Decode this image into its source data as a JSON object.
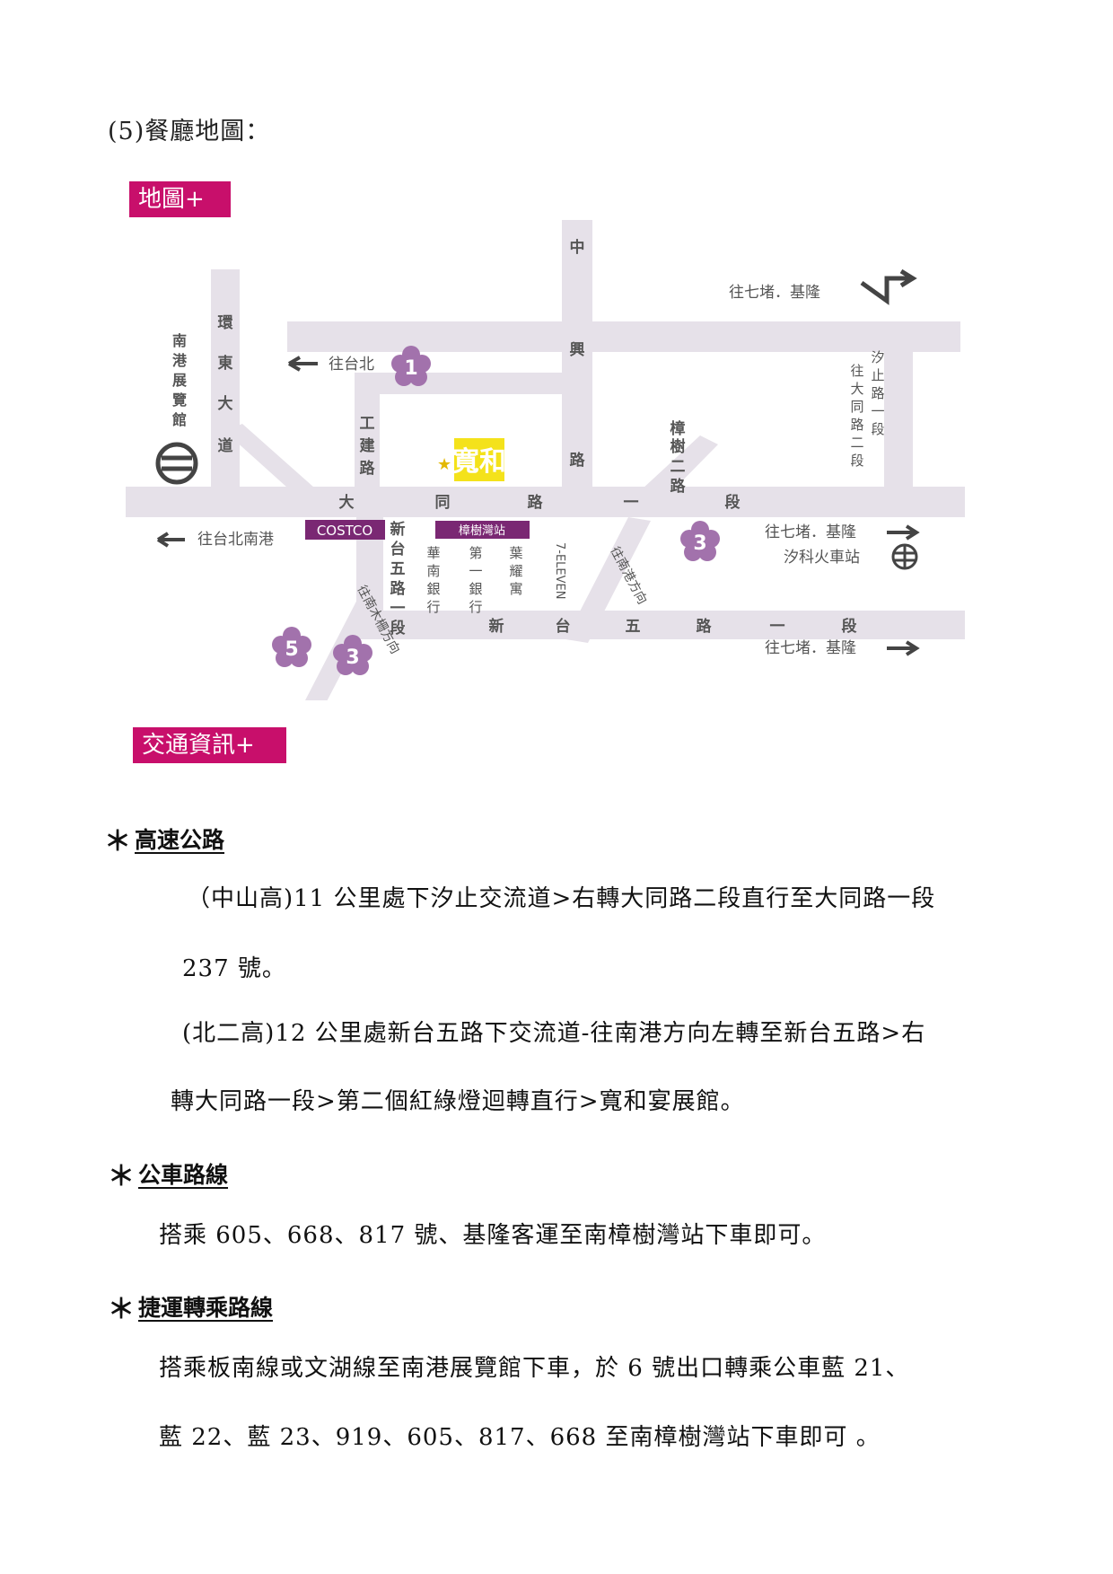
{
  "title": "(5)餐廳地圖：",
  "map_tag": {
    "label": "地圖",
    "plus": "+"
  },
  "map": {
    "roads": {
      "zhongxing": [
        "中",
        "興",
        "路"
      ],
      "huandong": [
        "環",
        "東",
        "大",
        "道"
      ],
      "gongjian": [
        "工",
        "建",
        "路"
      ],
      "zhangshu2": [
        "樟",
        "樹",
        "二",
        "路"
      ],
      "datong": [
        "大",
        "同",
        "路",
        "一",
        "段"
      ],
      "xintai5_vert": [
        "新",
        "台",
        "五",
        "路",
        "一",
        "段"
      ],
      "xintai5_bottom": [
        "新",
        "台",
        "五",
        "路",
        "一",
        "段"
      ],
      "xizhi_datong2": [
        "汐",
        "止",
        "路",
        "一",
        "段"
      ],
      "wang_datong2": [
        "往",
        "大",
        "同",
        "路",
        "二",
        "段"
      ]
    },
    "labels": {
      "nangang_exhibit": [
        "南",
        "港",
        "展",
        "覽",
        "館"
      ],
      "to_taipei": "往台北",
      "to_taipei_nangang": "往台北南港",
      "to_qidu_keelung_top": "往七堵．基隆",
      "to_qidu_keelung_mid": "往七堵．基隆",
      "to_qidu_keelung_bottom": "往七堵．基隆",
      "xike_station": "汐科火車站",
      "costco": "COSTCO",
      "zhangshuwan_station": "樟樹灣站",
      "huanan_bank": [
        "華",
        "南",
        "銀",
        "行"
      ],
      "first_bank": [
        "第",
        "一",
        "銀",
        "行"
      ],
      "yeyingmart": [
        "葉",
        "耀",
        "寓"
      ],
      "seven_eleven": "7-ELEVEN",
      "to_nangang_dir": "往南港方向",
      "to_nanmu_dir": "往南木柵方向",
      "venue": "寬和",
      "star": "★"
    },
    "markers": [
      "1",
      "3",
      "5",
      "3"
    ],
    "colors": {
      "road": "#e6e1e9",
      "marker": "#a272ac",
      "venue_bg": "#f4e21b",
      "tag": "#c80f6b"
    }
  },
  "transit_tag": {
    "label": "交通資訊",
    "plus": "+"
  },
  "sections": [
    {
      "star": "＊",
      "heading": "高速公路",
      "lines": [
        "（中山高)11 公里處下汐止交流道>右轉大同路二段直行至大同路一段",
        "237 號。",
        "(北二高)12 公里處新台五路下交流道-往南港方向左轉至新台五路>右",
        "轉大同路一段>第二個紅綠燈迴轉直行>寬和宴展館。"
      ]
    },
    {
      "star": "＊",
      "heading": "公車路線",
      "lines": [
        "搭乘 605、668、817 號、基隆客運至南樟樹灣站下車即可。"
      ]
    },
    {
      "star": "＊",
      "heading": "捷運轉乘路線",
      "lines": [
        "搭乘板南線或文湖線至南港展覽館下車，於 6 號出口轉乘公車藍 21、",
        "藍 22、藍 23、919、605、817、668 至南樟樹灣站下車即可 。"
      ]
    }
  ]
}
